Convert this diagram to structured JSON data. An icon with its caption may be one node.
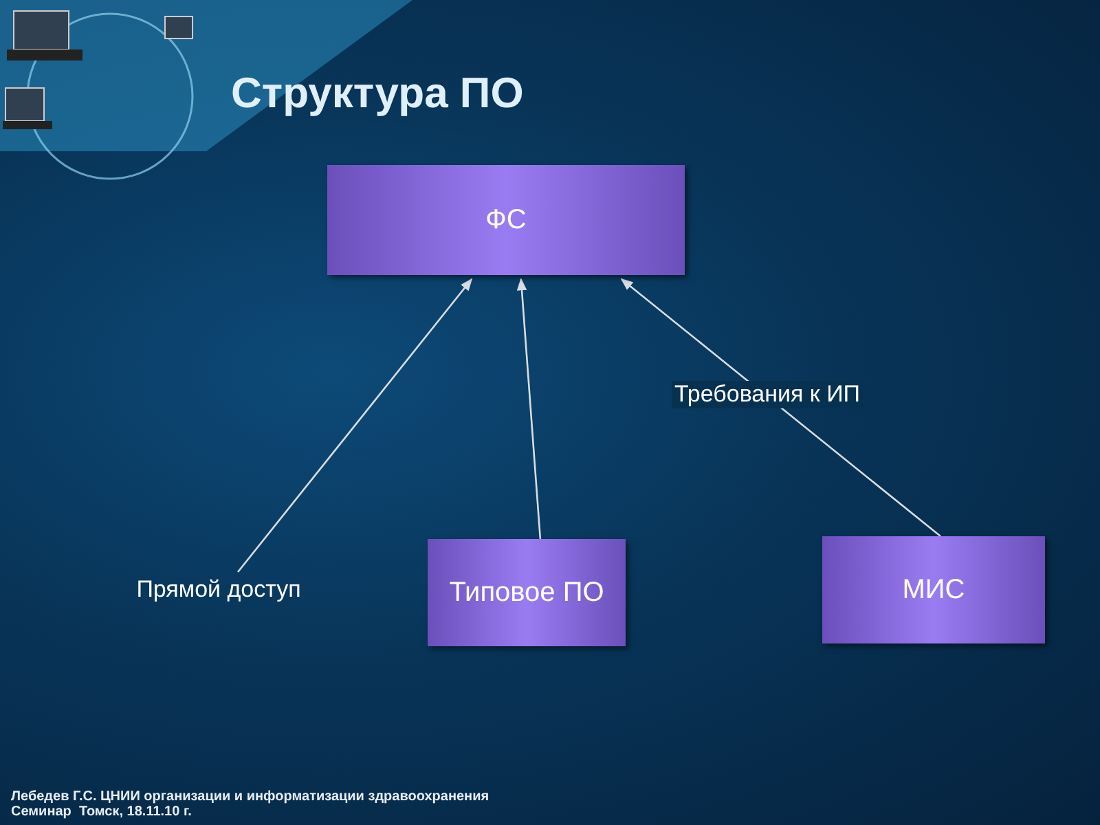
{
  "diagram": {
    "title": "Структура ПО",
    "nodes": [
      {
        "text": [
          "ФС"
        ]
      },
      {
        "text": [
          "Прямой доступ"
        ]
      },
      {
        "text": [
          "Типовое ПО"
        ]
      },
      {
        "text": [
          "МИС"
        ]
      }
    ],
    "edges": [
      {
        "from": 1,
        "to": 0,
        "arrow": "to"
      },
      {
        "from": 2,
        "to": 0,
        "arrow": "to"
      },
      {
        "from": 3,
        "to": 0,
        "arrow": "to",
        "label": "Требования к ИП"
      }
    ],
    "labels": [
      "Лебедев Г.С. ЦНИИ организации и информатизации здравоохранения",
      "Семинар  Томск, 18.11.10 г."
    ]
  }
}
